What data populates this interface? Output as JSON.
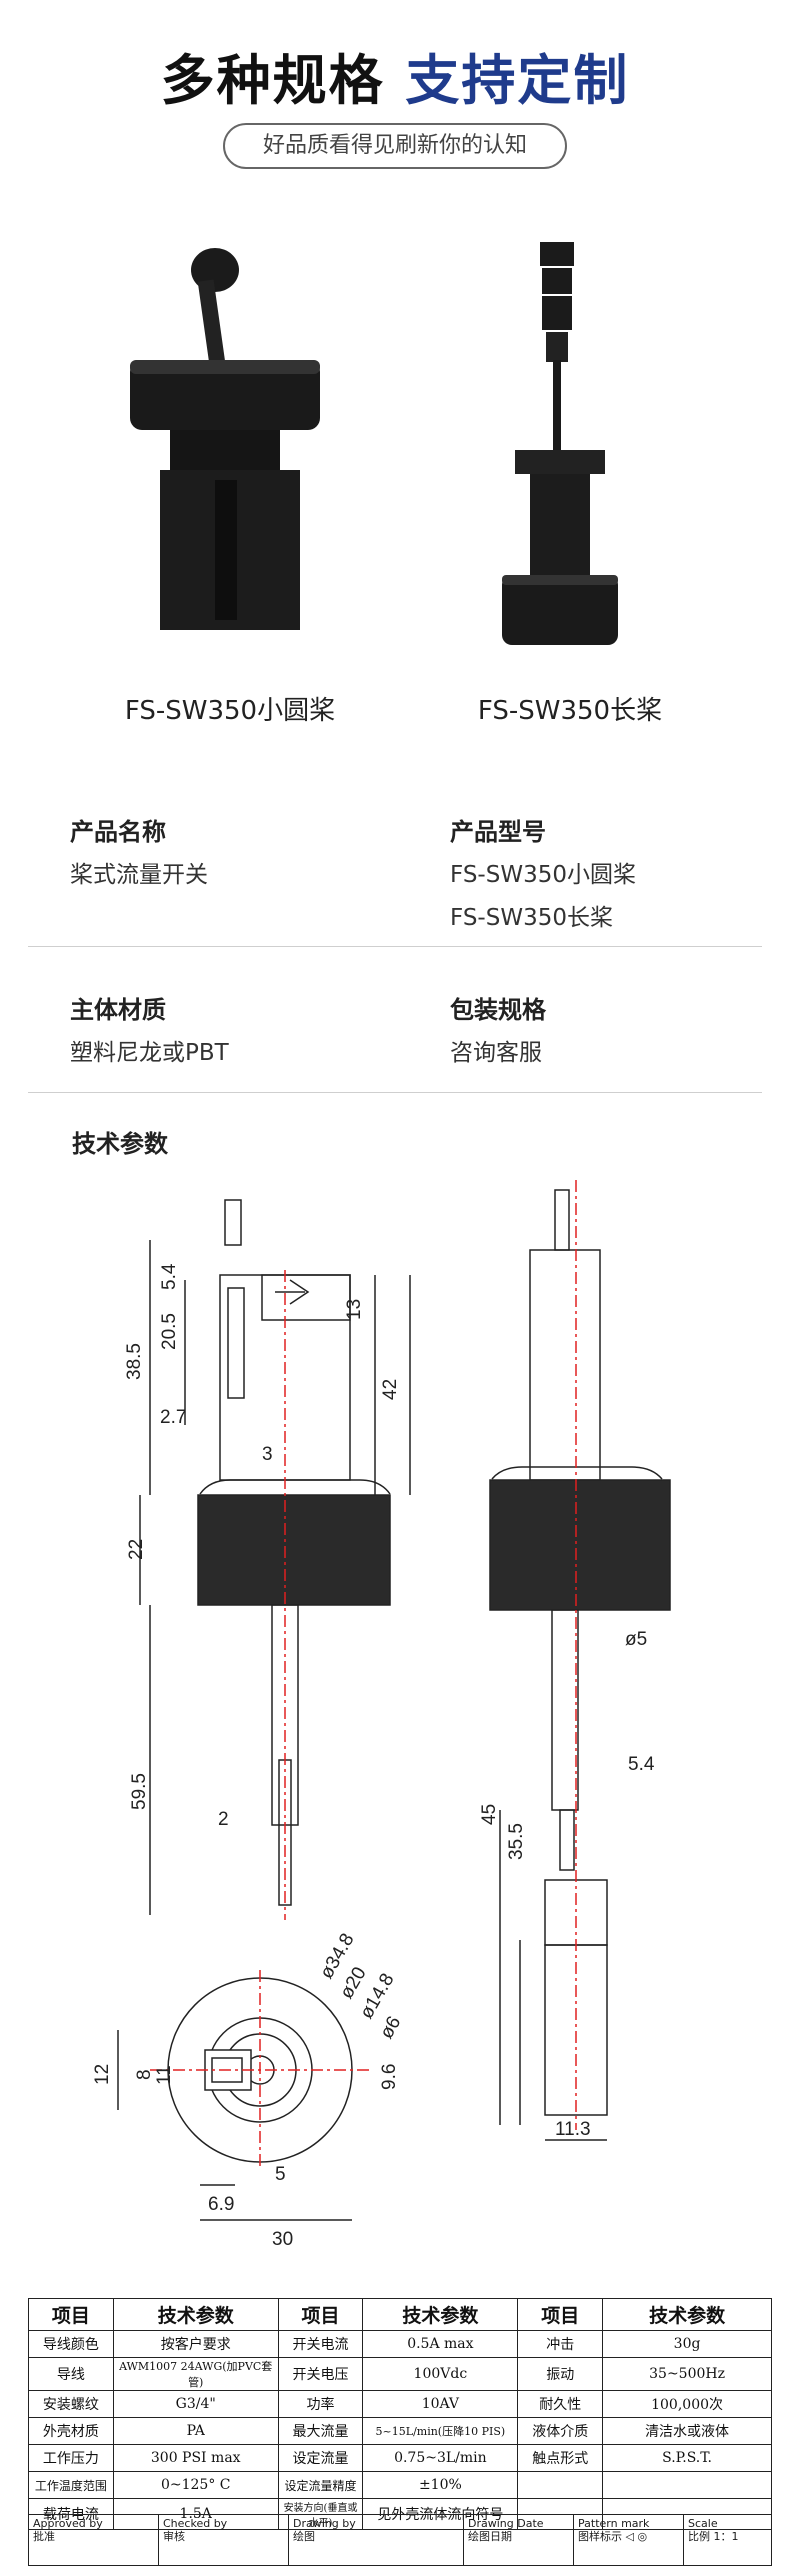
{
  "header": {
    "title_part1": "多种规格",
    "title_part2": "支持定制",
    "subtitle": "好品质看得见刷新你的认知"
  },
  "products": [
    {
      "name": "FS-SW350小圆桨"
    },
    {
      "name": "FS-SW350长桨"
    }
  ],
  "info": {
    "product_name_label": "产品名称",
    "product_name_value": "桨式流量开关",
    "model_label": "产品型号",
    "model_value_1": "FS-SW350小圆桨",
    "model_value_2": "FS-SW350长桨",
    "material_label": "主体材质",
    "material_value": "塑料尼龙或PBT",
    "package_label": "包装规格",
    "package_value": "咨询客服"
  },
  "tech_heading": "技术参数",
  "drawing": {
    "dims_left": [
      "5.4",
      "38.5",
      "20.5",
      "2.7",
      "3",
      "22",
      "59.5",
      "2"
    ],
    "dims_mid": [
      "13",
      "42"
    ],
    "dims_right": [
      "ø5",
      "5.4",
      "45",
      "35.5",
      "11.3"
    ],
    "dims_bottom": [
      "ø34.8",
      "ø20",
      "ø14.8",
      "ø6",
      "12",
      "8",
      "11",
      "9.6",
      "5",
      "6.9",
      "30"
    ]
  },
  "spec_table": {
    "headers": [
      "项目",
      "技术参数",
      "项目",
      "技术参数",
      "项目",
      "技术参数"
    ],
    "rows": [
      [
        "导线颜色",
        "按客户要求",
        "开关电流",
        "0.5A max",
        "冲击",
        "30g"
      ],
      [
        "导线",
        "AWM1007 24AWG(加PVC套管)",
        "开关电压",
        "100Vdc",
        "振动",
        "35~500Hz"
      ],
      [
        "安装螺纹",
        "G3/4\"",
        "功率",
        "10AV",
        "耐久性",
        "100,000次"
      ],
      [
        "外壳材质",
        "PA",
        "最大流量",
        "5~15L/min(压降10 PIS)",
        "液体介质",
        "清洁水或液体"
      ],
      [
        "工作压力",
        "300 PSI max",
        "设定流量",
        "0.75~3L/min",
        "触点形式",
        "S.P.S.T."
      ],
      [
        "工作温度范围",
        "0~125° C",
        "设定流量精度",
        "±10%",
        "",
        ""
      ],
      [
        "载荷电流",
        "1.5A",
        "安装方向(垂直或水平)",
        "见外壳流体流向符号",
        "",
        ""
      ]
    ],
    "footer": {
      "approved": "Approved by",
      "approved_cn": "批准",
      "checked": "Checked by",
      "checked_cn": "审核",
      "drawing": "Drawing by",
      "drawing_cn": "绘图",
      "date": "Drawing Date",
      "date_cn": "绘图日期",
      "pattern": "Pattern mark",
      "pattern_cn": "图样标示",
      "scale": "Scale",
      "scale_cn": "比例",
      "scale_val": "1：1"
    }
  },
  "colors": {
    "accent": "#1f3b8c",
    "center_line": "#e02020"
  }
}
